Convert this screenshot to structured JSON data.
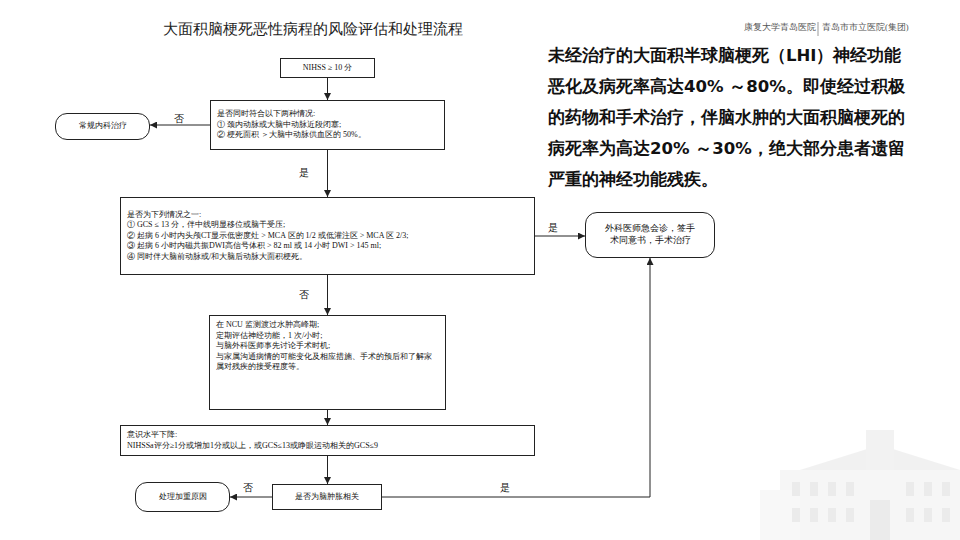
{
  "diagram": {
    "title": "大面积脑梗死恶性病程的风险评估和处理流程",
    "nodes": [
      {
        "text": [
          "NIHSS ≥ 10 分"
        ]
      },
      {
        "text": [
          "是否同时符合以下两种情况:",
          "① 颈内动脉或大脑中动脉近段闭塞;",
          "② 梗死面积 ＞大脑中动脉供血区的 50%。"
        ]
      },
      {
        "text": [
          "常规内科治疗"
        ]
      },
      {
        "text": [
          "是否为下列情况之一:",
          "① GCS ≤ 13 分，伴中线明显移位或脑干受压;",
          "② 起病 6 小时内头颅CT显示低密度灶 > MCA 区的 1/2 或低灌注区 > MCA 区 2/3;",
          "③ 起病 6 小时内磁共振DWI高信号体积 > 82 ml 或 14 小时 DWI > 145 ml;",
          "④ 同时伴大脑前动脉或/和大脑后动脉大面积梗死。"
        ]
      },
      {
        "text": [
          "外科医师急会诊，签手术同意书，手术治疗"
        ]
      },
      {
        "text": [
          "在 NCU 监测渡过水肿高峰期;",
          "定期评估神经功能，1 次/小时;",
          "与脑外科医师事先讨论手术时机;",
          "与家属沟通病情的可能变化及相应措施、手术的预后和了解家属对残疾的接受程度等。"
        ]
      },
      {
        "text": [
          "意识水平下降:",
          "NIHSSa评分≥1分或增加1分或以上，或GCS≤13或睁眼运动相关的GCS≤9"
        ]
      },
      {
        "text": [
          "是否为脑肿胀相关"
        ]
      },
      {
        "text": [
          "处理加重原因"
        ]
      }
    ],
    "edges": [
      {
        "from": 0,
        "to": 1,
        "arrow": "to"
      },
      {
        "from": 1,
        "to": 2,
        "label": "否",
        "arrow": "to"
      },
      {
        "from": 1,
        "to": 3,
        "label": "是",
        "arrow": "to"
      },
      {
        "from": 3,
        "to": 4,
        "label": "是",
        "arrow": "to"
      },
      {
        "from": 3,
        "to": 5,
        "label": "否",
        "arrow": "to"
      },
      {
        "from": 5,
        "to": 6,
        "arrow": "to"
      },
      {
        "from": 6,
        "to": 7,
        "arrow": "to"
      },
      {
        "from": 7,
        "to": 8,
        "label": "否",
        "arrow": "to"
      },
      {
        "from": 7,
        "to": 4,
        "label": "是",
        "arrow": "to"
      }
    ],
    "labels": [
      "未经治疗的大面积半球脑梗死（LHI）神经功能恶化及病死率高达40% ～80%。即使经过积极的药物和手术治疗，伴脑水肿的大面积脑梗死的病死率为高达20% ～30%，绝大部分患者遗留严重的神经功能残疾。",
      "康复大学青岛医院",
      "青岛市市立医院(集团)"
    ]
  }
}
